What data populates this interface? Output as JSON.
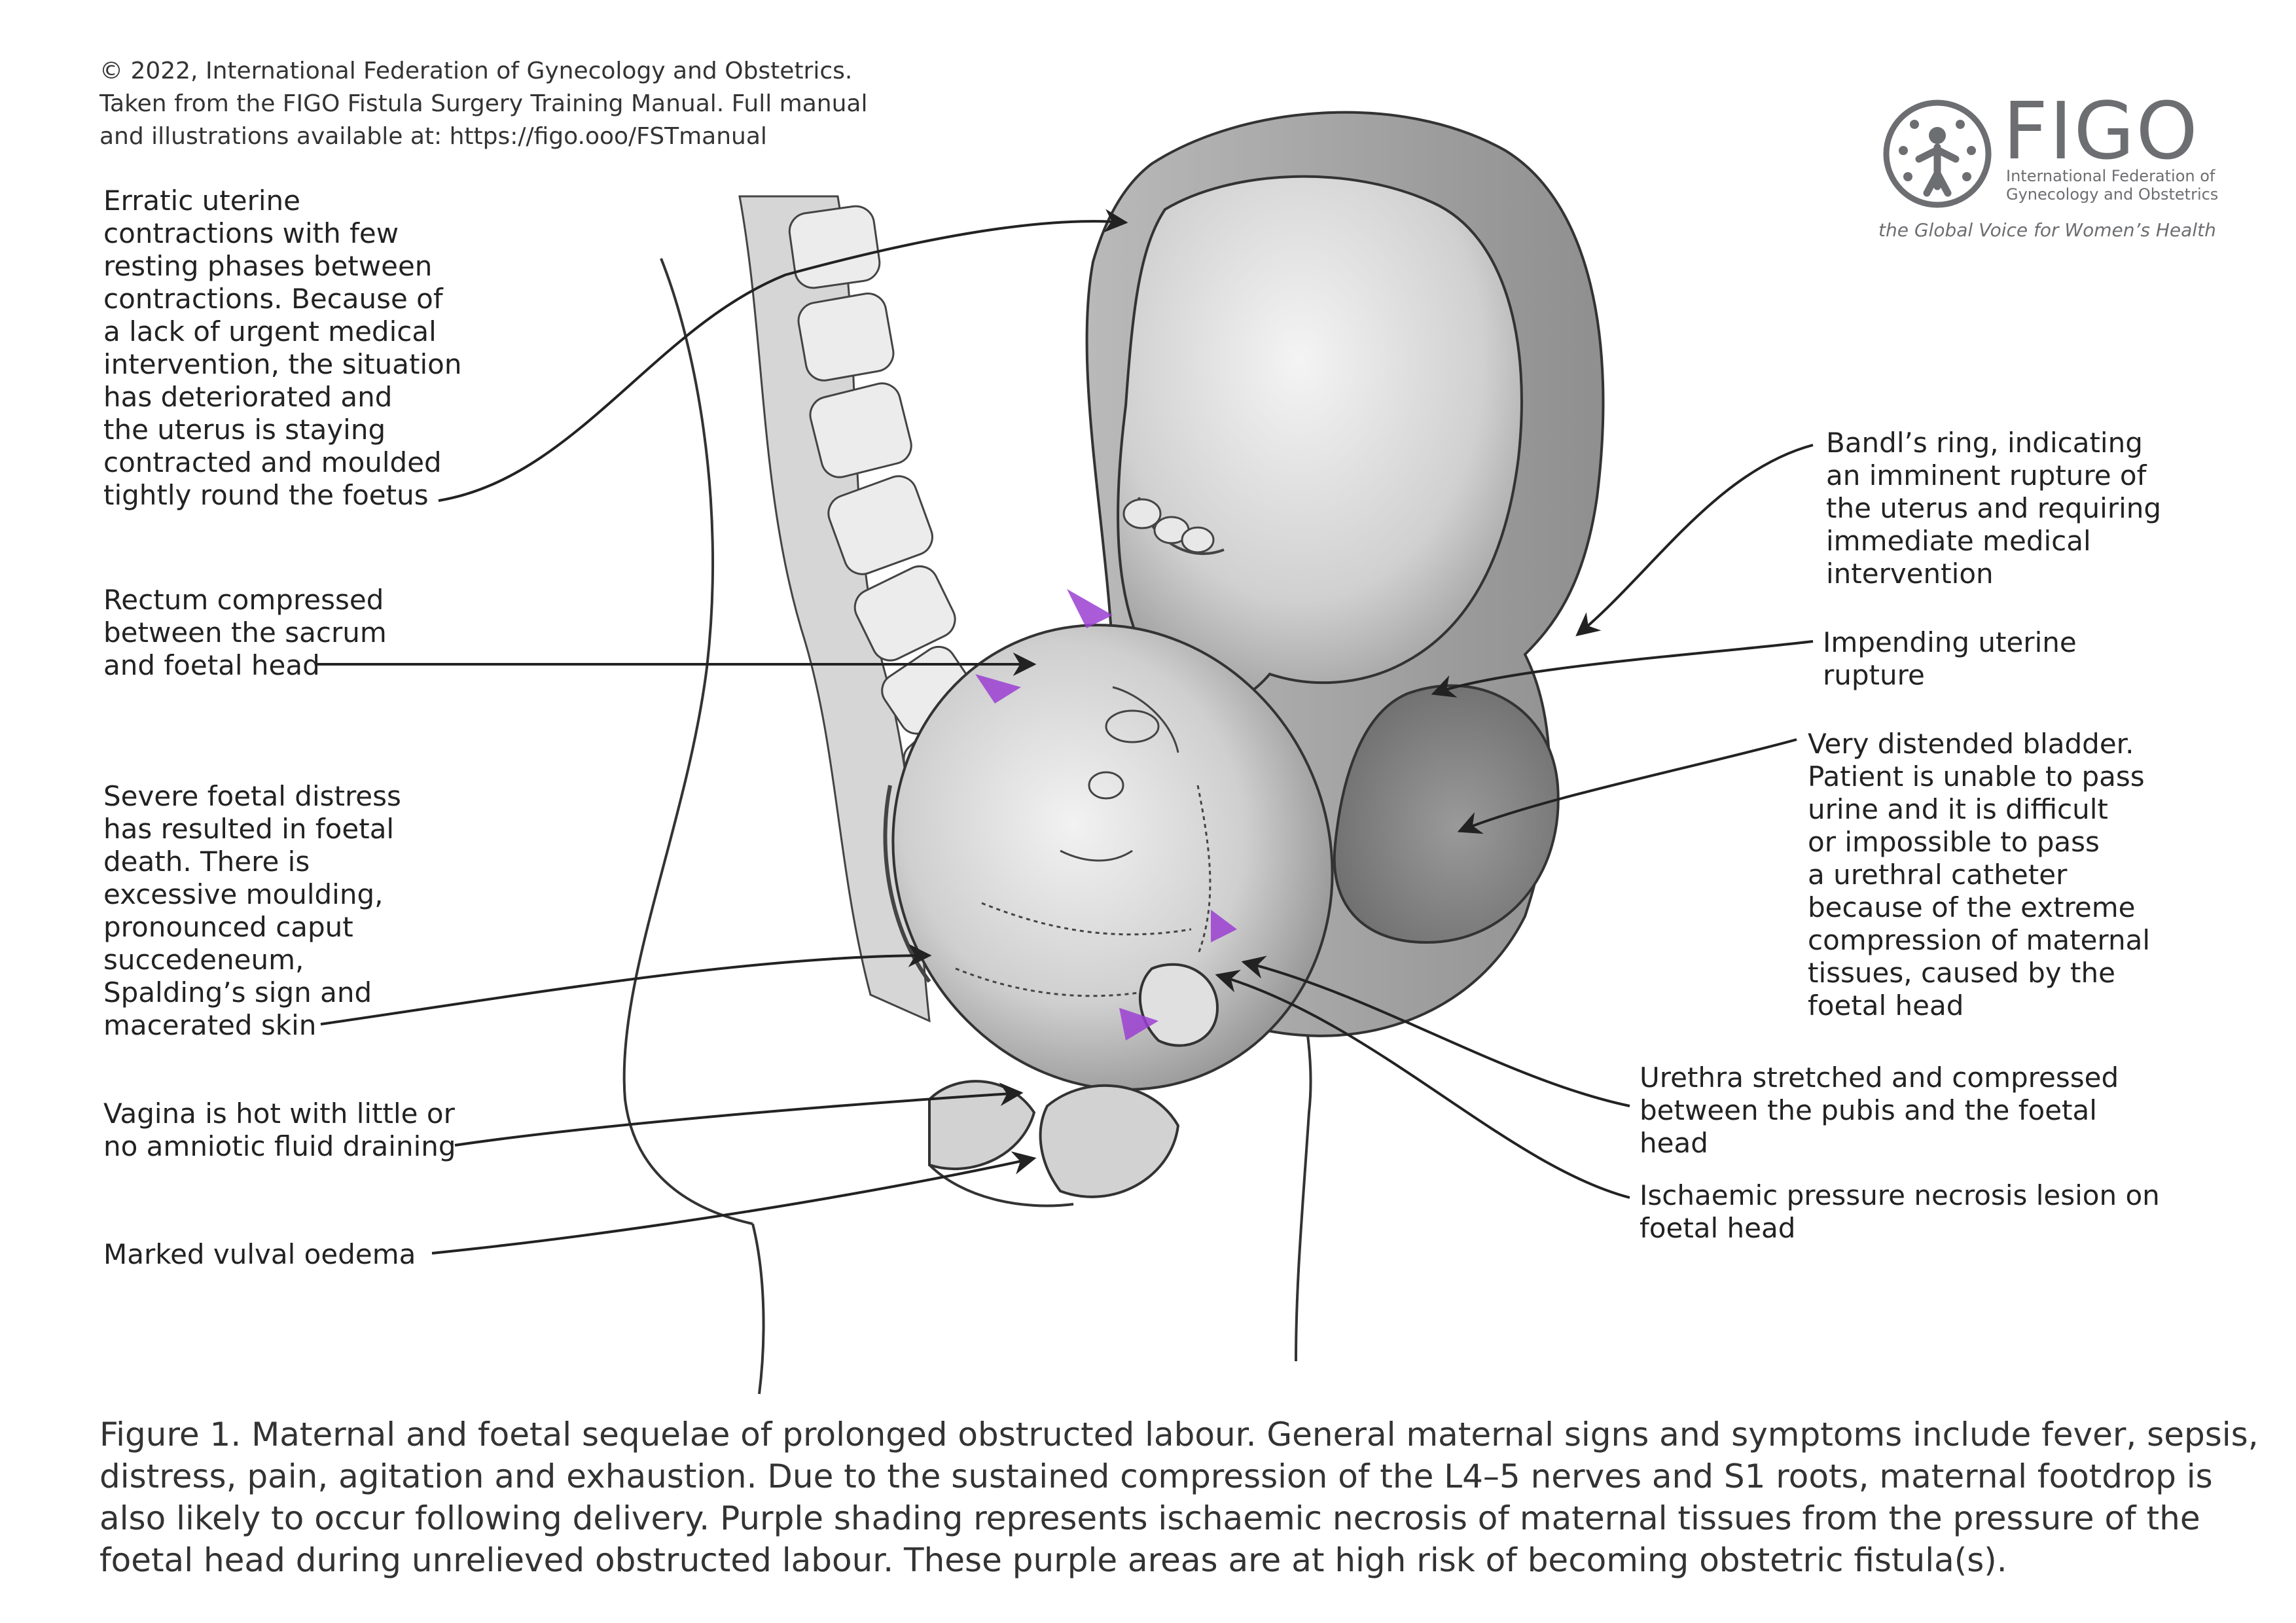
{
  "copyright": {
    "line1": "© 2022, International Federation of Gynecology and Obstetrics.",
    "line2": "Taken from the FIGO Fistula Surgery Training Manual. Full manual",
    "line3": "and illustrations available at: https://figo.ooo/FSTmanual"
  },
  "logo": {
    "word": "FIGO",
    "sub1": "International Federation of",
    "sub2": "Gynecology and Obstetrics",
    "tagline": "the Global Voice for Women’s Health"
  },
  "labels": {
    "contractions": [
      "Erratic uterine",
      "contractions with few",
      "resting phases between",
      "contractions. Because of",
      "a lack of urgent medical",
      "intervention, the situation",
      "has deteriorated and",
      "the uterus is staying",
      "contracted and moulded",
      "tightly round the foetus"
    ],
    "rectum": [
      "Rectum compressed",
      "between the sacrum",
      "and foetal head"
    ],
    "distress": [
      "Severe foetal distress",
      "has resulted in foetal",
      "death. There is",
      "excessive moulding,",
      "pronounced caput",
      "succedeneum,",
      "Spalding’s sign and",
      "macerated skin"
    ],
    "vagina": [
      "Vagina is hot with little or",
      "no amniotic fluid draining"
    ],
    "vulva": [
      "Marked vulval oedema"
    ],
    "bandl": [
      "Bandl’s ring, indicating",
      "an imminent rupture of",
      "the uterus and requiring",
      "immediate medical",
      "intervention"
    ],
    "rupture": [
      "Impending uterine",
      "rupture"
    ],
    "bladder": [
      "Very distended bladder.",
      "Patient is unable to pass",
      "urine and it is difficult",
      "or impossible to pass",
      "a urethral catheter",
      "because of the extreme",
      "compression of maternal",
      "tissues, caused by the",
      "foetal head"
    ],
    "urethra": [
      "Urethra stretched and compressed",
      "between the pubis and the foetal",
      "head"
    ],
    "lesion": [
      "Ischaemic pressure necrosis lesion on",
      "foetal head"
    ]
  },
  "caption": [
    "Figure 1. Maternal and foetal sequelae of prolonged obstructed labour. General maternal signs and symptoms include fever, sepsis,",
    "distress, pain, agitation and exhaustion. Due to the sustained compression of the L4–5 nerves and S1 roots, maternal footdrop is",
    "also likely to occur following delivery. Purple shading represents ischaemic necrosis of maternal tissues from the pressure of the",
    "foetal head during unrelieved obstructed labour. These purple areas are at high risk of becoming obstetric fistula(s)."
  ],
  "colors": {
    "necrosis": "#9b3fd1",
    "ink": "#222222",
    "logo": "#6d6e71"
  }
}
